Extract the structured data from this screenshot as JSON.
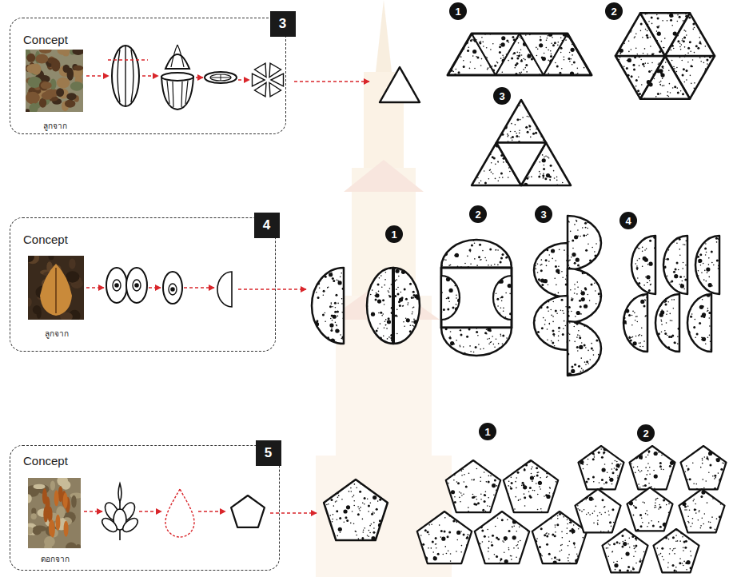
{
  "diagram": {
    "nodes": [
      {
        "text": [
          "Concept",
          "ลูกจาก"
        ]
      },
      {
        "text": [
          "3"
        ],
        "in": 0
      },
      {
        "text": [
          "1"
        ]
      },
      {
        "text": [
          "2"
        ]
      },
      {
        "text": [
          "3"
        ]
      },
      {
        "text": [
          "Concept",
          "ลูกจาก"
        ]
      },
      {
        "text": [
          "4"
        ],
        "in": 5
      },
      {
        "text": [
          "1"
        ]
      },
      {
        "text": [
          "2"
        ]
      },
      {
        "text": [
          "3"
        ]
      },
      {
        "text": [
          "4"
        ]
      },
      {
        "text": [
          "Concept",
          "ดอกจาก"
        ]
      },
      {
        "text": [
          "5"
        ],
        "in": 11
      },
      {
        "text": [
          "1"
        ]
      },
      {
        "text": [
          "2"
        ]
      }
    ]
  }
}
